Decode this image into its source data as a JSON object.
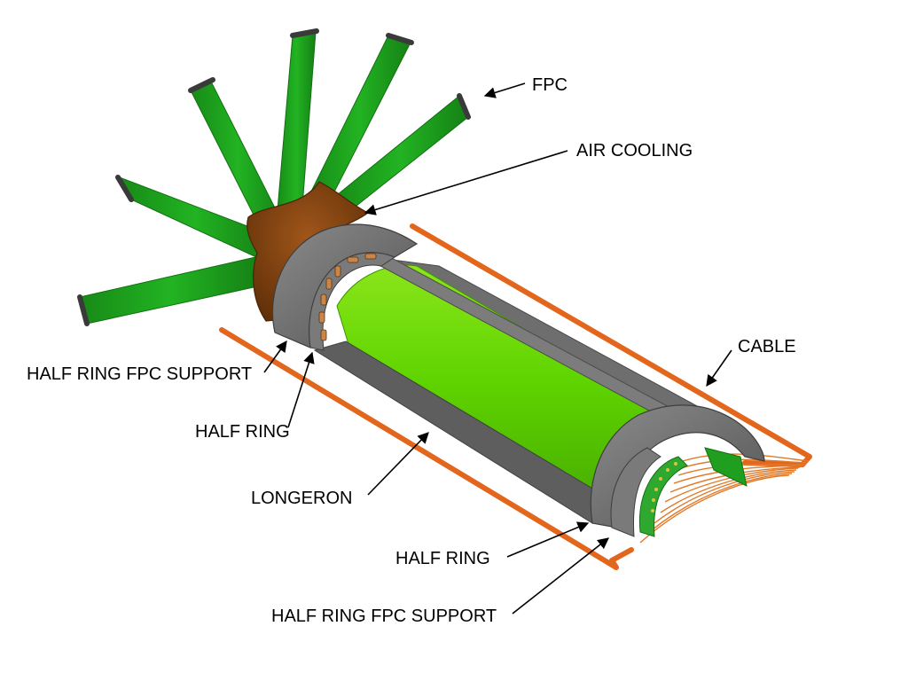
{
  "labels": {
    "fpc": "FPC",
    "air_cooling": "AIR COOLING",
    "cable": "CABLE",
    "half_ring_fpc_support_left": "HALF RING FPC SUPPORT",
    "half_ring_left": "HALF RING",
    "longeron": "LONGERON",
    "half_ring_right": "HALF RING",
    "half_ring_fpc_support_right": "HALF RING FPC SUPPORT"
  },
  "colors": {
    "fpc_green": "#1f9e1f",
    "fpc_tip": "#3a3a3a",
    "sensor_green": "#5ed400",
    "ring_gray": "#6b6b6b",
    "cooling_brown": "#7a3e0c",
    "cable_orange": "#e2661c"
  }
}
